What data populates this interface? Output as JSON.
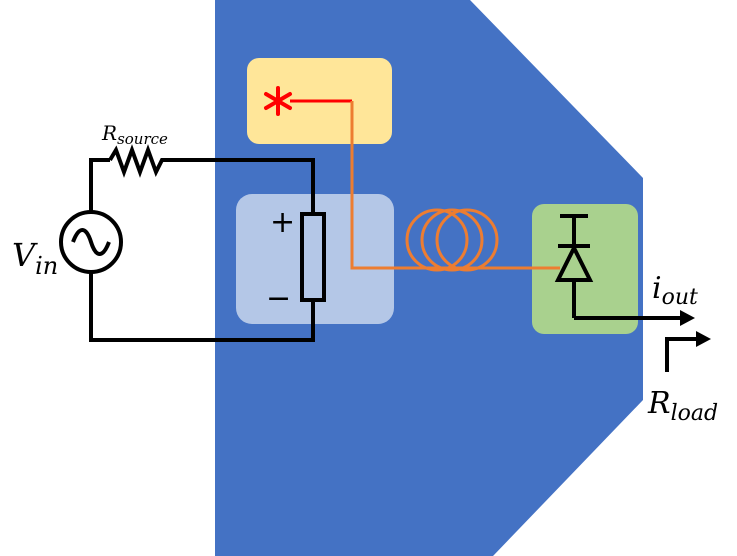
{
  "labels": {
    "r_source_main": "R",
    "r_source_sub": "source",
    "v_in_main": "V",
    "v_in_sub": "in",
    "i_out_main": "i",
    "i_out_sub": "out",
    "r_load_main": "R",
    "r_load_sub": "load",
    "plus": "+",
    "minus": "−"
  },
  "colors": {
    "background": "#ffffff",
    "chip": "#4472C4",
    "laser_box": "#FFE699",
    "laser": "#FF0000",
    "modulator_box": "#B4C7E7",
    "fiber": "#ED7D31",
    "detector_box": "#A9D18E",
    "wire": "#000000"
  },
  "icons": {
    "laser": "asterisk-laser-icon",
    "source": "ac-source-icon",
    "resistor": "zigzag-resistor-icon",
    "photodiode": "photodiode-icon",
    "fiber_coil": "fiber-coil-icon"
  }
}
